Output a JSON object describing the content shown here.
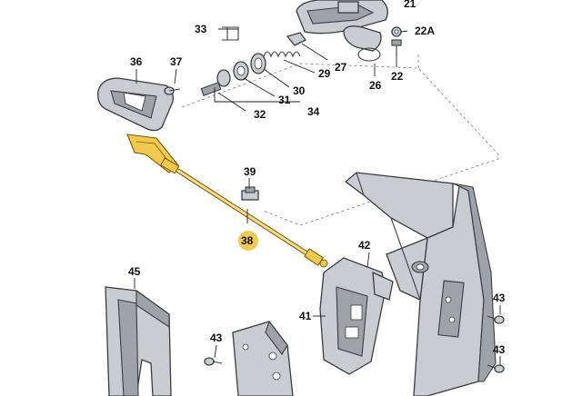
{
  "labels": {
    "l21": "21",
    "l22a": "22A",
    "l22": "22",
    "l26": "26",
    "l27": "27",
    "l29": "29",
    "l30": "30",
    "l31": "31",
    "l32": "32",
    "l33": "33",
    "l34": "34",
    "l36": "36",
    "l37": "37",
    "l38": "38",
    "l39": "39",
    "l41": "41",
    "l42": "42",
    "l43a": "43",
    "l43b": "43",
    "l43c": "43",
    "l45": "45"
  },
  "colors": {
    "highlight": "#f2c94c",
    "cable_fill": "#f7dc8a",
    "part_fill": "#c9ccd1",
    "outline": "#3a3d42"
  }
}
